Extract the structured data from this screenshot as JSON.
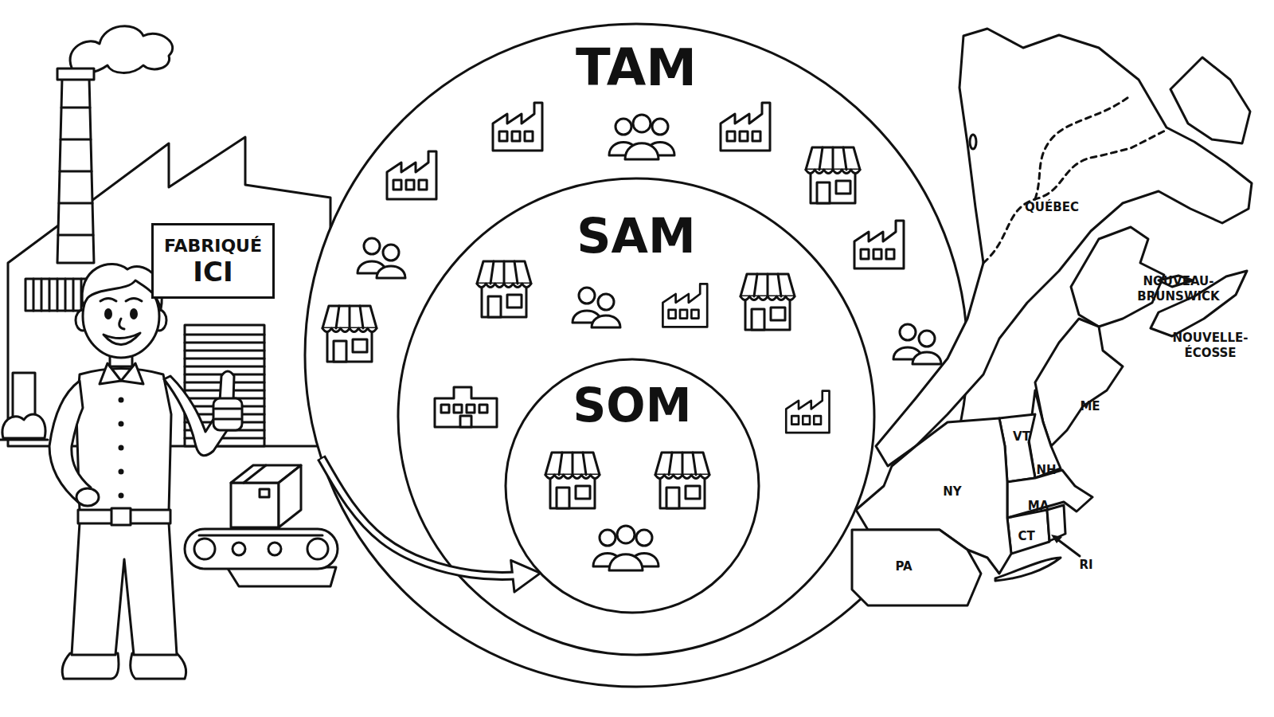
{
  "diagram": {
    "nodes": [
      {
        "text": [
          "FABRIQUÉ",
          "ICI"
        ]
      },
      {
        "text": [
          "TAM"
        ]
      },
      {
        "text": [
          "SAM"
        ],
        "in": 1
      },
      {
        "text": [
          "SOM"
        ],
        "in": 2
      }
    ],
    "edges": [
      {
        "from": 1,
        "to": 3,
        "arrow": "to"
      }
    ],
    "labels": [
      "QUÉBEC",
      "NOUVEAU-BRUNSWICK",
      "NOUVELLE-ÉCOSSE",
      "ME",
      "VT",
      "NH",
      "NY",
      "MA",
      "CT",
      "PA",
      "RI"
    ]
  }
}
